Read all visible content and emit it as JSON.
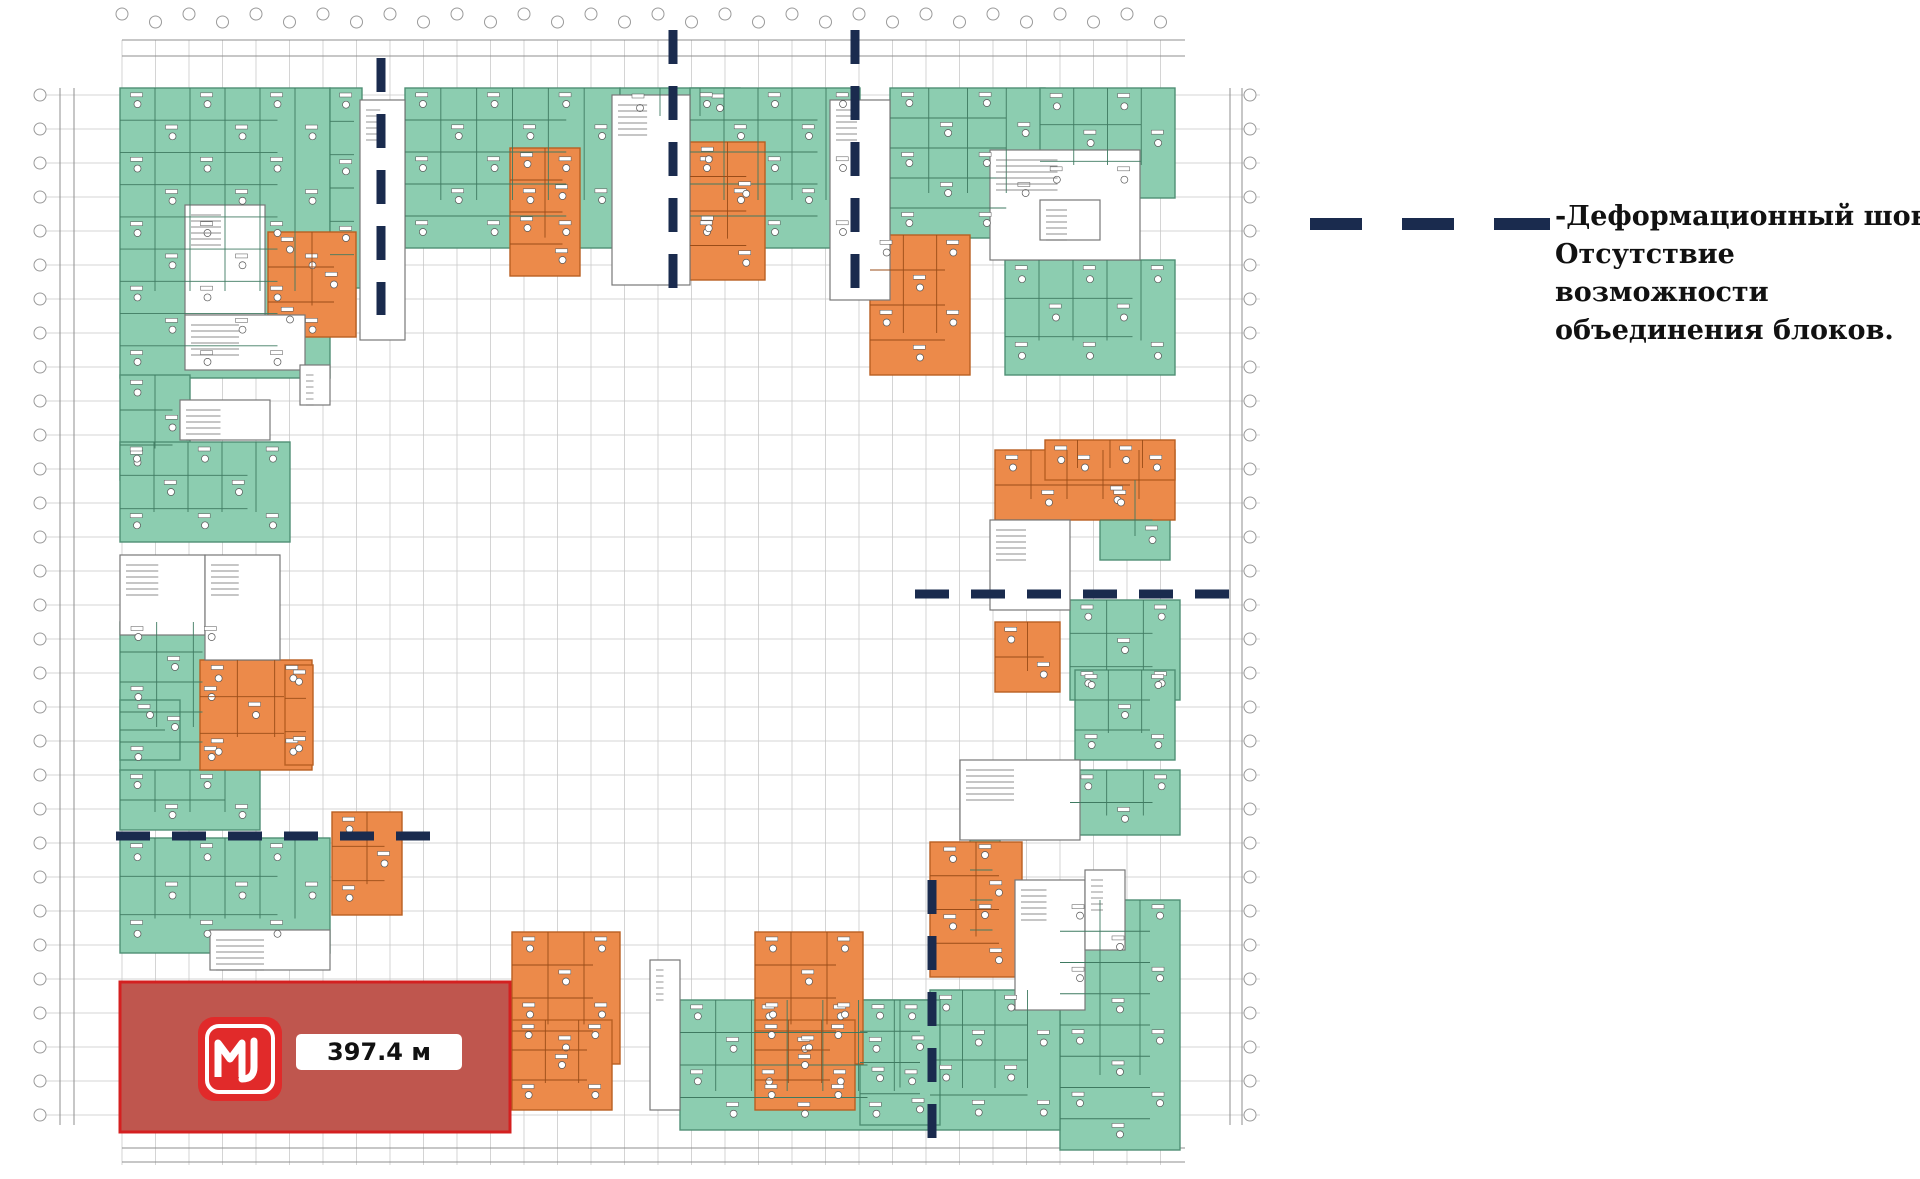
{
  "legend": {
    "line1": "-Деформационный шов.",
    "line2": "Отсутствие",
    "line3": "возможности",
    "line4": "объединения блоков."
  },
  "store": {
    "area": "397.4 м",
    "brand": "magnit-logo"
  },
  "colors": {
    "residential": "#8ccdb0",
    "residential_stroke": "#4f8f74",
    "orange": "#ec8a4a",
    "orange_stroke": "#b85f22",
    "core": "#ffffff",
    "seam": "#1a2b4e",
    "store_fill": "rgba(210,40,40,0.72)",
    "store_stroke": "#d42020",
    "logo_red": "#e12a2a",
    "grid": "#c9c9c9"
  }
}
